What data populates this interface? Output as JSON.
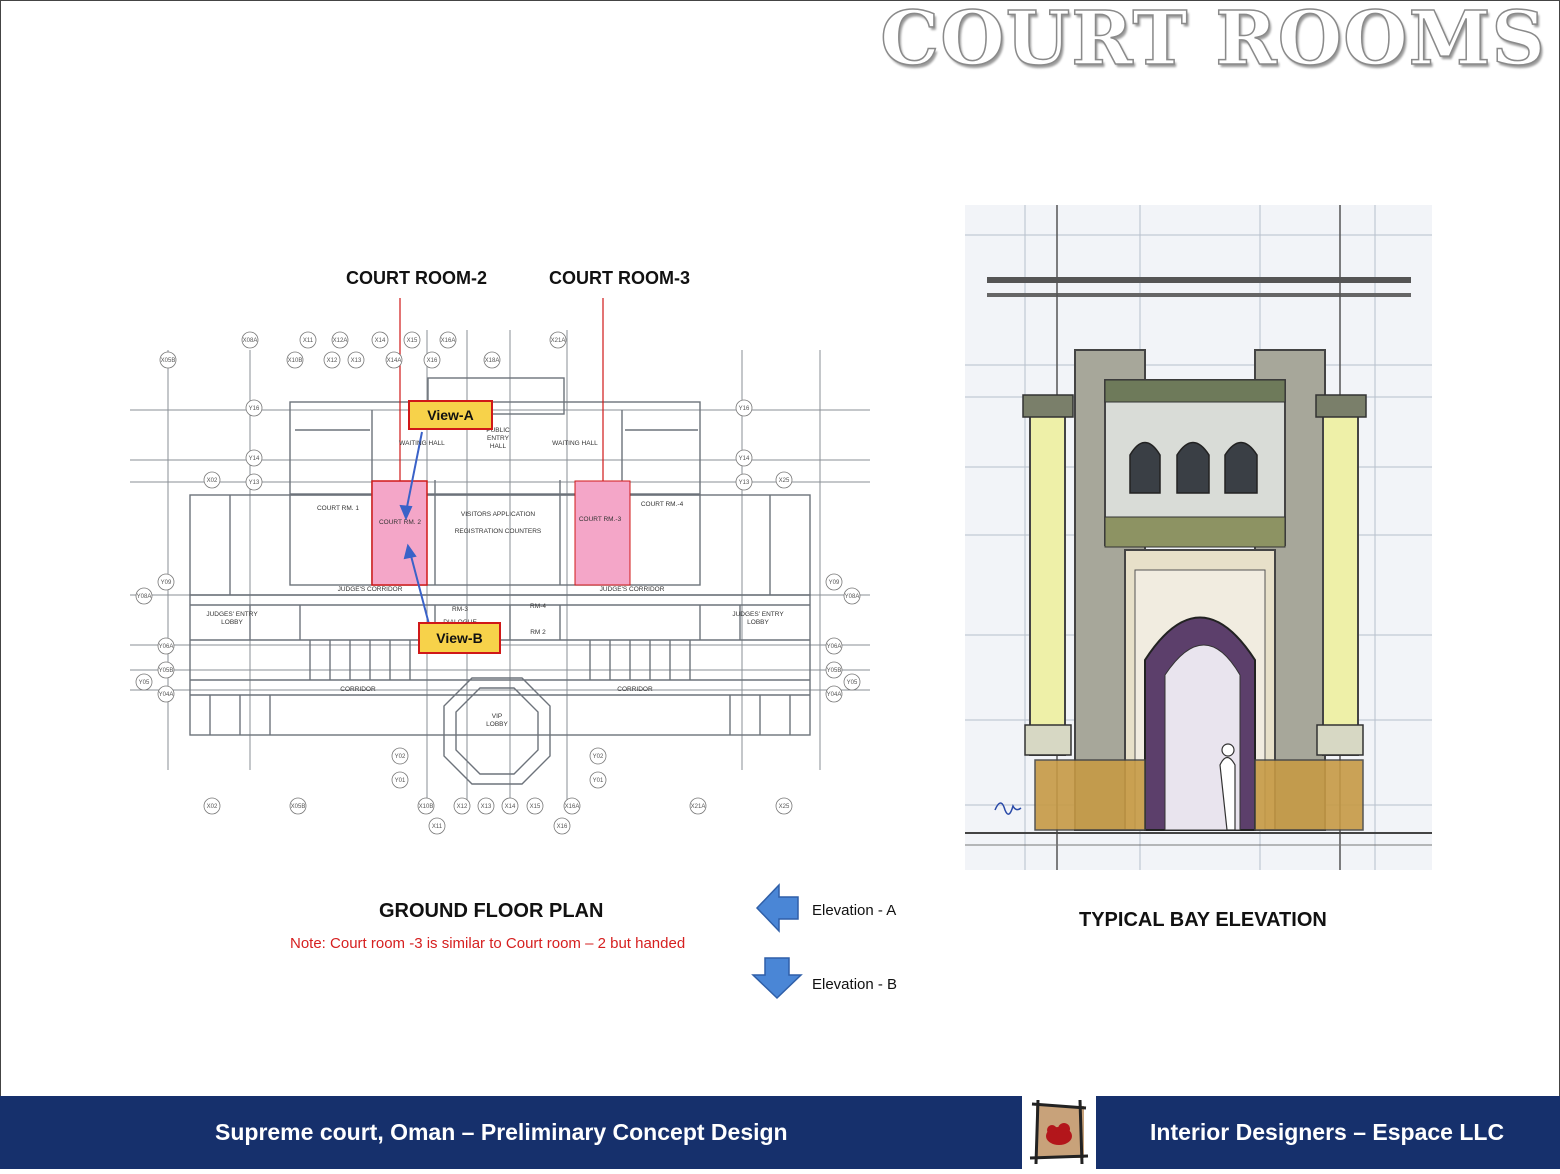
{
  "page": {
    "title": "COURT ROOMS"
  },
  "plan": {
    "title": "GROUND FLOOR PLAN",
    "note": "Note: Court room -3 is similar to Court room – 2 but handed",
    "callouts": {
      "court_room_2": "COURT ROOM-2",
      "court_room_3": "COURT ROOM-3"
    },
    "view_tags": {
      "view_a": "View-A",
      "view_b": "View-B"
    },
    "rooms": {
      "court_rm_1": "COURT RM. 1",
      "court_rm_2": "COURT RM. 2",
      "court_rm_3": "COURT RM.-3",
      "court_rm_4": "COURT RM.-4",
      "waiting_hall": "WAITING HALL",
      "public_entry_1": "PUBLIC",
      "public_entry_2": "ENTRY",
      "public_entry_3": "HALL",
      "visitors_1": "VISITORS APPLICATION",
      "visitors_2": "REGISTRATION COUNTERS",
      "judges_corridor": "JUDGE'S CORRIDOR",
      "judges_entry_1": "JUDGES' ENTRY",
      "judges_entry_2": "LOBBY",
      "corridor": "CORRIDOR",
      "rm3": "RM-3",
      "rm4": "RM-4",
      "rm2": "RM 2",
      "dialogue": "DIALOGUE",
      "vip_1": "VIP",
      "vip_2": "LOBBY"
    },
    "grid_top": [
      "X05B",
      "X08A",
      "X10B",
      "X11",
      "X12",
      "X12A",
      "X13",
      "X14",
      "X14A",
      "X15",
      "X16",
      "X16A",
      "X18A",
      "X21A"
    ],
    "grid_bottom": [
      "X02",
      "X05B",
      "X10B",
      "X11",
      "X12",
      "X13",
      "X14",
      "X15",
      "X16",
      "X16A",
      "X21A",
      "X25"
    ],
    "grid_left": [
      "Y16",
      "Y14",
      "Y13",
      "X02",
      "Y09",
      "Y08A",
      "Y06A",
      "Y05B",
      "Y05",
      "Y04A"
    ],
    "grid_right": [
      "Y16",
      "Y14",
      "Y13",
      "X25",
      "Y09",
      "Y08A",
      "Y06A",
      "Y05B",
      "Y05",
      "Y04A"
    ],
    "grid_center": [
      "Y02",
      "Y01",
      "Y02",
      "Y01"
    ]
  },
  "legend": {
    "elevation_a": "Elevation - A",
    "elevation_b": "Elevation - B"
  },
  "elevation": {
    "title": "TYPICAL BAY ELEVATION"
  },
  "footer": {
    "left": "Supreme court, Oman – Preliminary Concept Design",
    "right": "Interior Designers – Espace LLC"
  },
  "colors": {
    "footer_bg": "#16306c",
    "highlight": "#f4a6c8",
    "tag_fill": "#f7d24a",
    "tag_border": "#d01818",
    "arrow_blue": "#4a86d6"
  }
}
